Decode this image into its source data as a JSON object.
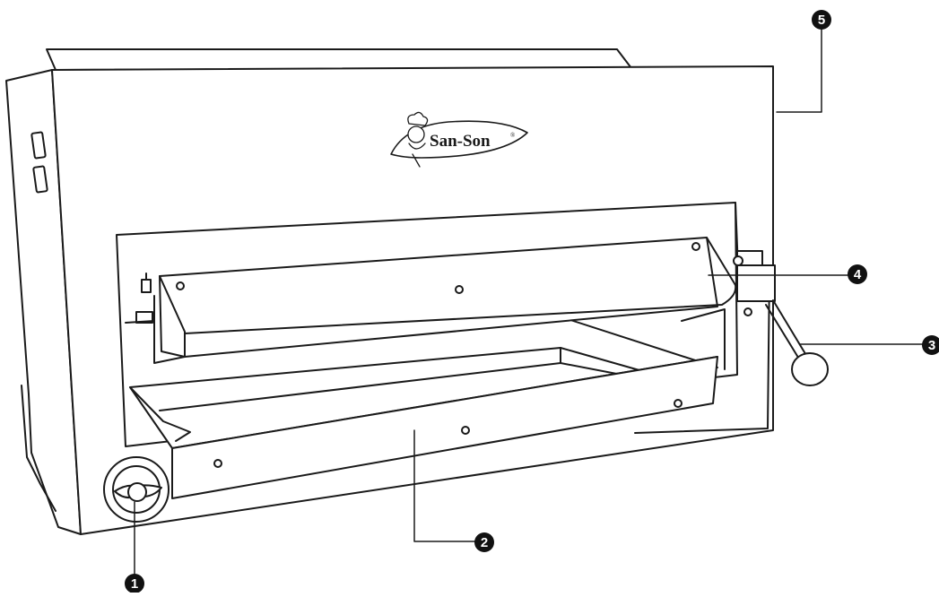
{
  "brand": {
    "name": "San-Son",
    "registered_mark": "®"
  },
  "callouts": [
    {
      "number": "1",
      "part": "burner-control-knob"
    },
    {
      "number": "2",
      "part": "grease-drip-tray"
    },
    {
      "number": "3",
      "part": "rack-height-adjust-lever"
    },
    {
      "number": "4",
      "part": "broiler-grid-rack"
    },
    {
      "number": "5",
      "part": "broiler-cabinet-housing"
    }
  ],
  "colors": {
    "line": "#1a1a1a",
    "fill": "#ffffff",
    "callout": "#111111"
  }
}
